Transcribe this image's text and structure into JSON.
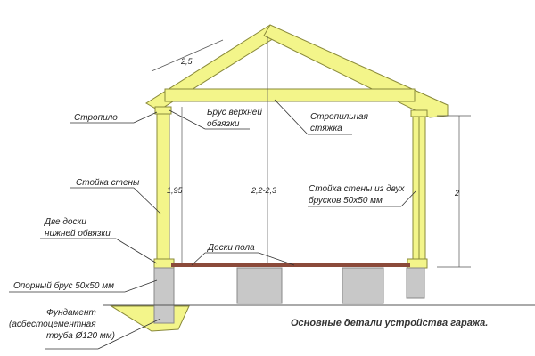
{
  "caption": "Основные детали устройства гаража.",
  "labels": {
    "rafter": "Стропило",
    "top_plate_1": "Брус верхней",
    "top_plate_2": "обвязки",
    "tie_1": "Стропильная",
    "tie_2": "стяжка",
    "wall_post": "Стойка стены",
    "double_post_1": "Стойка стены из двух",
    "double_post_2": "брусков 50x50 мм",
    "bottom_plate_1": "Две доски",
    "bottom_plate_2": "нижней обвязки",
    "floor": "Доски пола",
    "support_beam": "Опорный брус 50x50 мм",
    "foundation_1": "Фундамент",
    "foundation_2": "(асбестоцементная",
    "foundation_3": "труба Ø120 мм)"
  },
  "dimensions": {
    "width": "2,5",
    "wall_height": "1,95",
    "ridge_height": "2,2-2,3",
    "right_height": "2"
  },
  "colors": {
    "timber": "#f3f58a",
    "outline": "#8a8a3a",
    "concrete": "#c8c8c8",
    "floor": "#8b4a3a"
  }
}
